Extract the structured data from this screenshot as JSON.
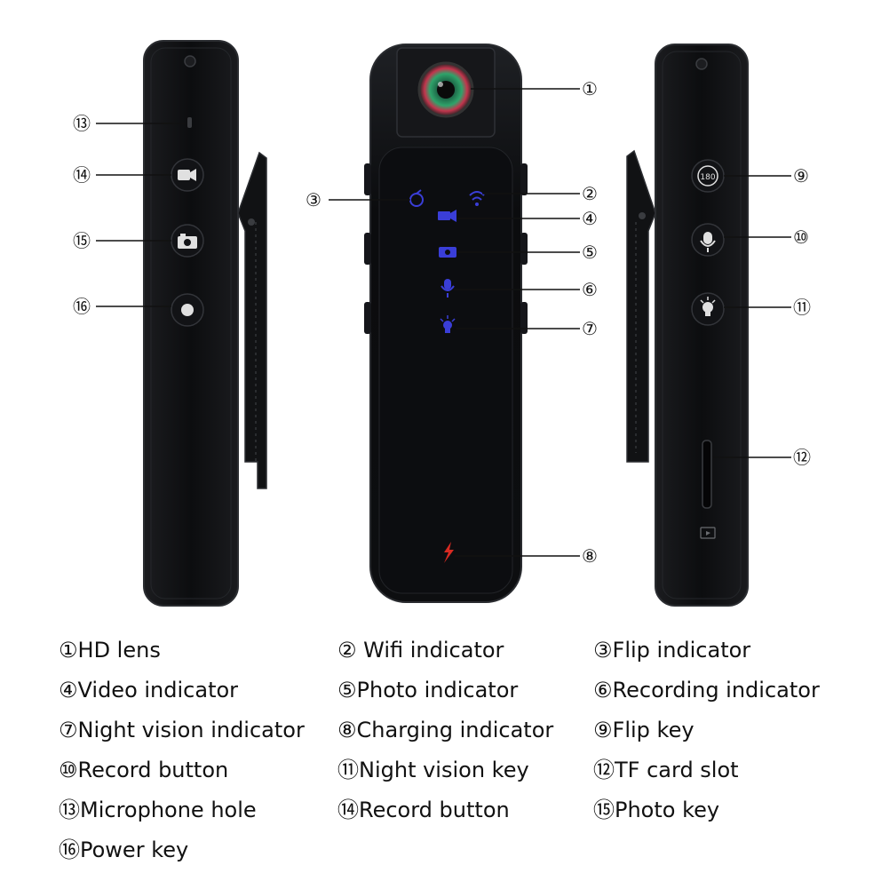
{
  "colors": {
    "body": "#0d0e10",
    "body_edge": "#2a2c30",
    "indicator_blue": "#3a3ed8",
    "indicator_red": "#d82a22",
    "lens_green": "#2fa36a",
    "lens_red": "#c2354d"
  },
  "callouts": {
    "c1": "①",
    "c2": "②",
    "c3": "③",
    "c4": "④",
    "c5": "⑤",
    "c6": "⑥",
    "c7": "⑦",
    "c8": "⑧",
    "c9": "⑨",
    "c10": "⑩",
    "c11": "⑪",
    "c12": "⑫",
    "c13": "⑬",
    "c14": "⑭",
    "c15": "⑮",
    "c16": "⑯"
  },
  "device_labels": {
    "flip_key_text": "180"
  },
  "legend": [
    "①HD lens",
    "② Wifi indicator",
    "③Flip indicator",
    "④Video indicator",
    "⑤Photo indicator",
    "⑥Recording indicator",
    "⑦Night vision indicator",
    "⑧Charging indicator",
    "⑨Flip key",
    "⑩Record button",
    "⑪Night vision key",
    "⑫TF card slot",
    "⑬Microphone hole",
    "⑭Record button",
    "⑮Photo key",
    "⑯Power key"
  ]
}
